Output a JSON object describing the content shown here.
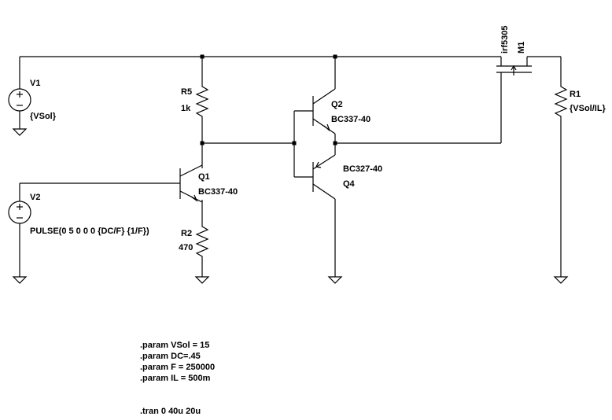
{
  "components": {
    "V1": {
      "name": "V1",
      "value": "{VSol}"
    },
    "V2": {
      "name": "V2",
      "value": "PULSE(0 5 0 0 0 {DC/F} {1/F})"
    },
    "R5": {
      "name": "R5",
      "value": "1k"
    },
    "R2": {
      "name": "R2",
      "value": "470"
    },
    "R1": {
      "name": "R1",
      "value": "{VSol/IL}"
    },
    "Q1": {
      "name": "Q1",
      "value": "BC337-40"
    },
    "Q2": {
      "name": "Q2",
      "value": "BC337-40"
    },
    "Q4": {
      "name": "Q4",
      "value": "BC327-40"
    },
    "M1": {
      "name": "M1",
      "value": "irf5305"
    }
  },
  "directives": {
    "params": [
      ".param VSol = 15",
      ".param DC=.45",
      ".param F = 250000",
      ".param IL = 500m"
    ],
    "tran": ".tran 0 40u 20u"
  }
}
